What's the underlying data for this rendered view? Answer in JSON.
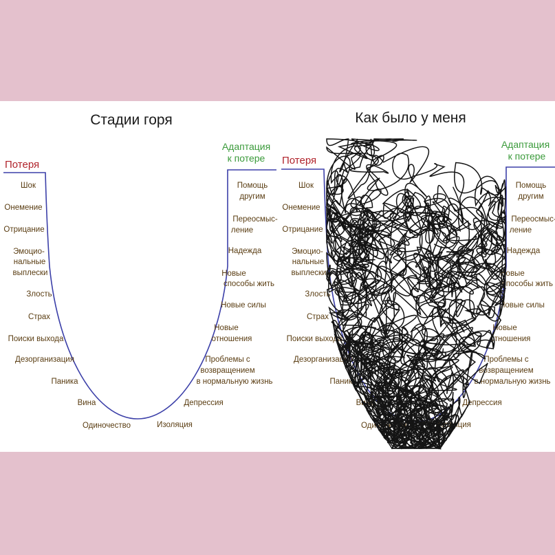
{
  "background_color": "#e4c1cd",
  "curve_color": "#3b3fa8",
  "loss_color": "#b0222a",
  "adapt_color": "#3a9a3a",
  "label_color": "#5a3d12",
  "left": {
    "title": "Стадии горя",
    "loss": "Потеря",
    "adapt1": "Адаптация",
    "adapt2": "к потере",
    "stages": {
      "shock": "Шок",
      "numbness": "Онемение",
      "denial": "Отрицание",
      "emo1": "Эмоцио-",
      "emo2": "нальные",
      "emo3": "выплески",
      "anger": "Злость",
      "fear": "Страх",
      "search": "Поиски выхода",
      "disorg": "Дезорганизация",
      "panic": "Паника",
      "guilt": "Вина",
      "lonely": "Одиночество",
      "isolation": "Изоляция",
      "depression": "Депрессия",
      "problems1": "Проблемы с",
      "problems2": "возвращением",
      "problems3": "в нормальную жизнь",
      "newrel1": "Новые",
      "newrel2": "отношения",
      "newstrength": "Новые силы",
      "newways1": "Новые",
      "newways2": "способы жить",
      "hope": "Надежда",
      "rethink1": "Переосмыс-",
      "rethink2": "ление",
      "help1": "Помощь",
      "help2": "другим"
    }
  },
  "right": {
    "title": "Как было у меня",
    "loss": "Потеря",
    "adapt1": "Адаптация",
    "adapt2": "к потере",
    "stages": {
      "shock": "Шок",
      "numbness": "Онемение",
      "denial": "Отрицание",
      "emo1": "Эмоцио-",
      "emo2": "нальные",
      "emo3": "выплески",
      "anger": "Злость",
      "fear": "Страх",
      "search": "Поиски выхода",
      "disorg": "Дезорганизация",
      "panic": "Паника",
      "guilt": "Вина",
      "lonely": "Одиночество",
      "isolation": "Изоляция",
      "depression": "Депрессия",
      "problems1": "Проблемы с",
      "problems2": "возвращением",
      "problems3": "в нормальную жизнь",
      "newrel1": "Новые",
      "newrel2": "отношения",
      "newstrength": "Новые силы",
      "newways1": "Новые",
      "newways2": "способы жить",
      "hope": "Надежда",
      "rethink1": "Переосмыс-",
      "rethink2": "ление",
      "help1": "Помощь",
      "help2": "другим"
    }
  }
}
